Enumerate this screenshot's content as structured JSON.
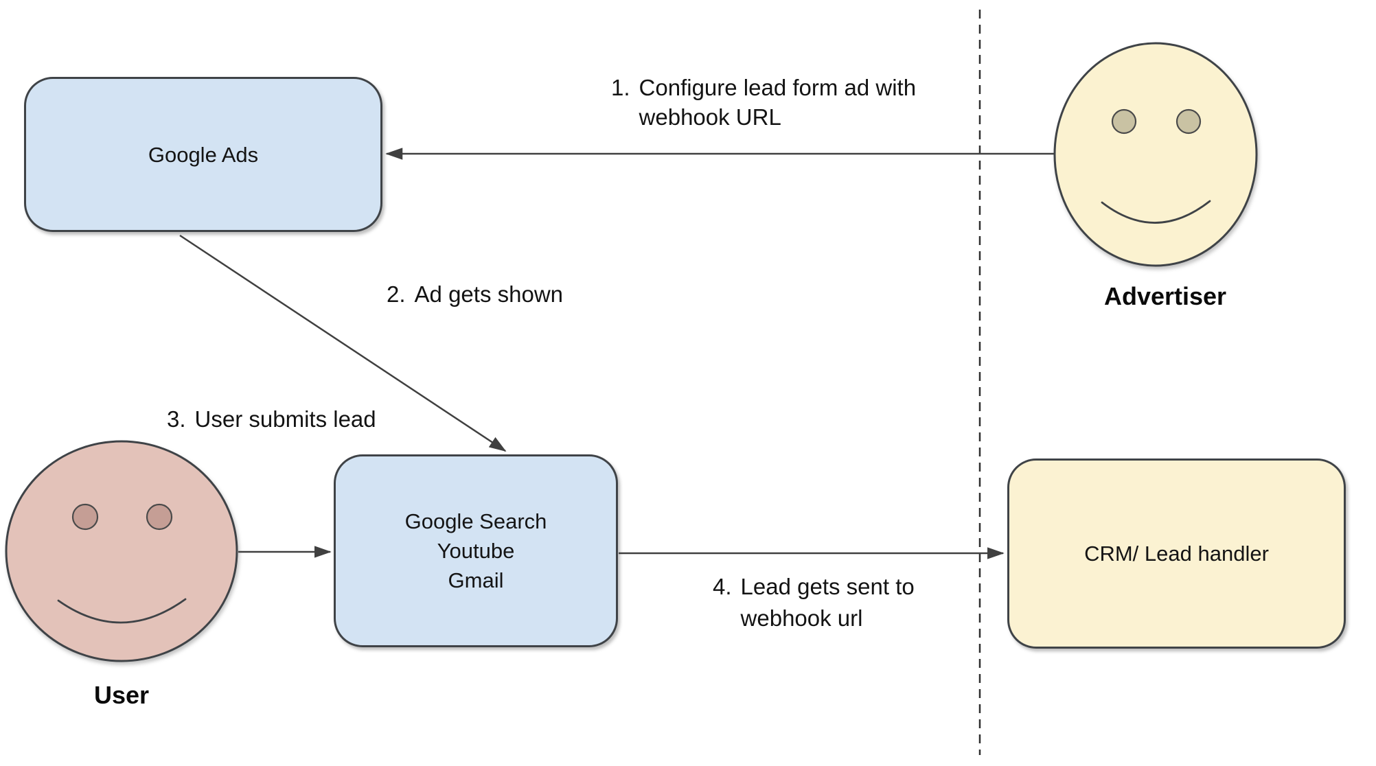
{
  "nodes": {
    "google_ads": {
      "label": "Google Ads"
    },
    "properties": {
      "lines": [
        "Google Search",
        "Youtube",
        "Gmail"
      ]
    },
    "crm": {
      "label": "CRM/ Lead handler"
    }
  },
  "actors": {
    "user": {
      "label": "User"
    },
    "advertiser": {
      "label": "Advertiser"
    }
  },
  "steps": [
    {
      "num": "1.",
      "lines": [
        "Configure lead form ad with",
        "webhook URL"
      ]
    },
    {
      "num": "2.",
      "lines": [
        "Ad gets shown"
      ]
    },
    {
      "num": "3.",
      "lines": [
        "User submits lead"
      ]
    },
    {
      "num": "4.",
      "lines": [
        "Lead gets sent to",
        "webhook url"
      ]
    }
  ],
  "colors": {
    "bg": "#ffffff",
    "node-blue": "#d3e3f3",
    "node-yellow": "#fbf2d2",
    "stroke": "#3f4347",
    "arrow": "#404040",
    "user-skin": "#e3c2b9",
    "user-eye": "#c59e95",
    "advertiser-skin": "#fbf2d0",
    "advertiser-eye": "#c9c2a3",
    "separator": "#2f2f2f"
  }
}
